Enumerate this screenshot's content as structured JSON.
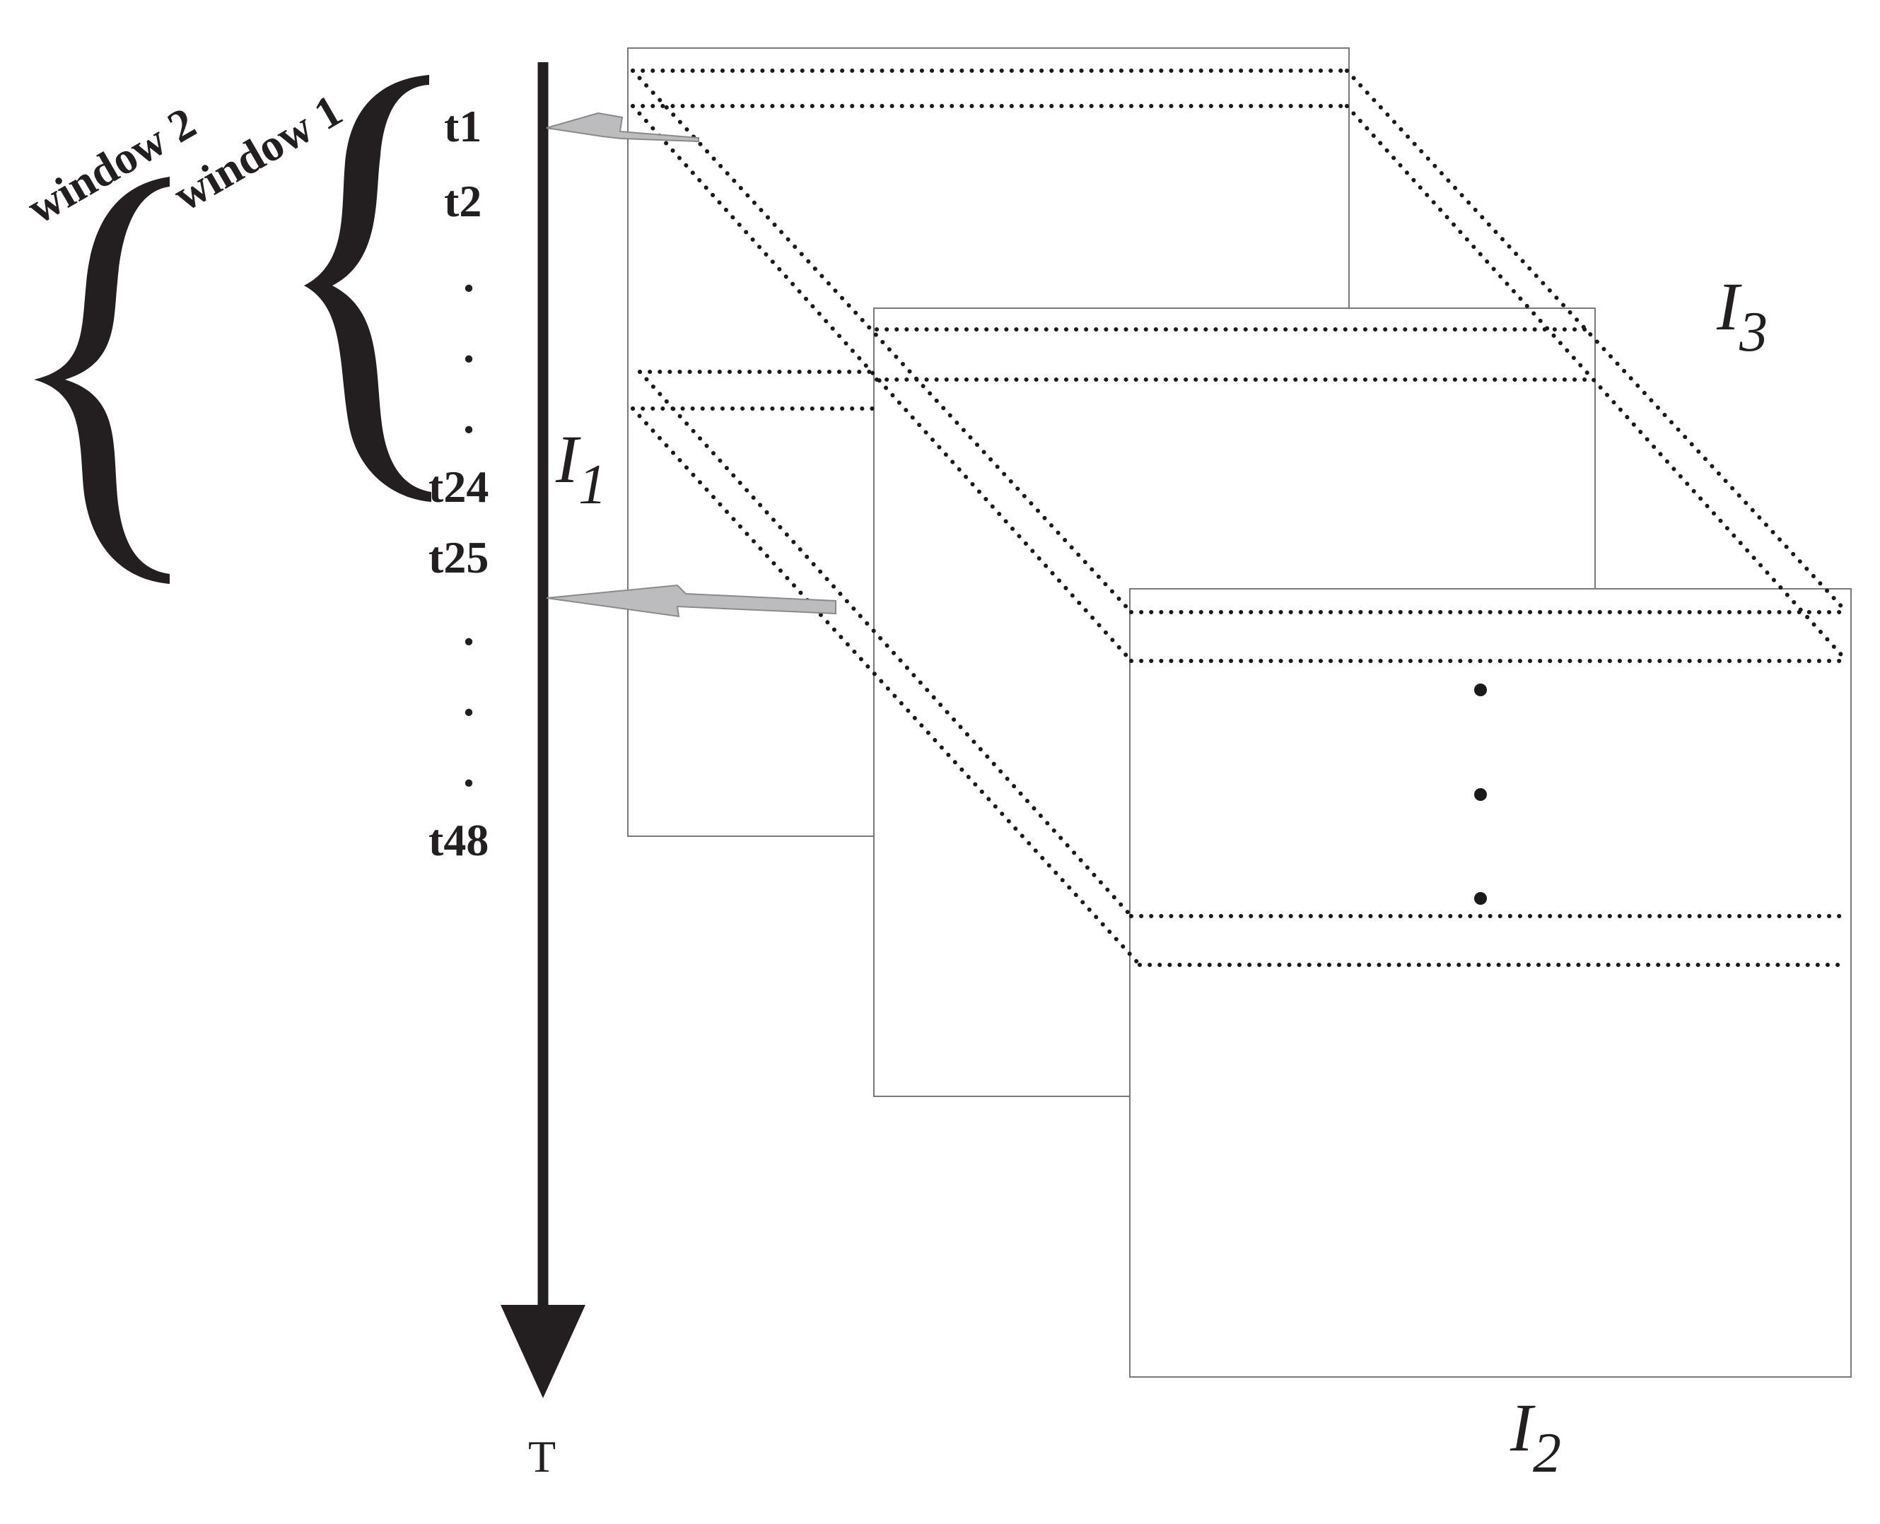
{
  "axis": {
    "label": "T",
    "ticks": [
      "t1",
      "t2",
      "t24",
      "t25",
      "t48"
    ],
    "ellipsis_dot": "."
  },
  "windows": [
    {
      "label": "window 1"
    },
    {
      "label": "window 2"
    }
  ],
  "frames": [
    {
      "letter": "I",
      "sub": "1"
    },
    {
      "letter": "I",
      "sub": "2"
    },
    {
      "letter": "I",
      "sub": "3"
    }
  ],
  "colors": {
    "axis": "#231f20",
    "arrow_fill": "#bcbcbe",
    "arrow_stroke": "#8a8a8a",
    "frame_border": "#7a7a7a",
    "dotted_lines": "#1a1a1a"
  }
}
